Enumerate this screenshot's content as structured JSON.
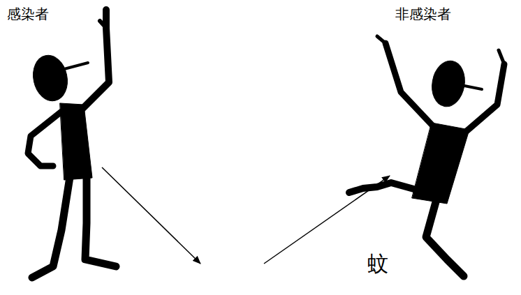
{
  "diagram": {
    "labels": [
      "感染者",
      "非感染者",
      "蚊"
    ]
  }
}
